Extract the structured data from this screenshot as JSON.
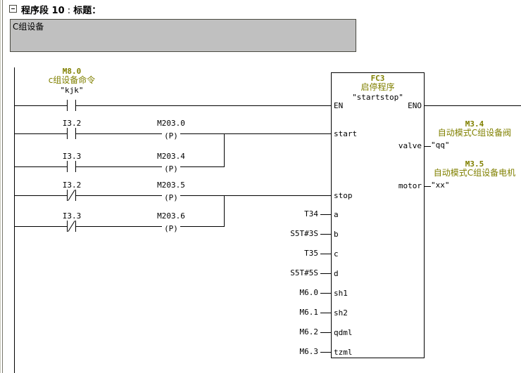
{
  "title": {
    "part1": "程序段 10",
    "colon": " : ",
    "part2": "标题："
  },
  "network_comment": "C组设备",
  "colors": {
    "symbol_olive": "#808000",
    "wire": "#000000",
    "comment_bg": "#c0c0c0"
  },
  "enable_contact": {
    "address": "M8.0",
    "comment": "c组设备命令",
    "symbol": "\"kjk\"",
    "type": "NO"
  },
  "start_branch": [
    {
      "contact": "I3.2",
      "type": "NO",
      "coil": "M203.0",
      "edge": "(P)"
    },
    {
      "contact": "I3.3",
      "type": "NO",
      "coil": "M203.4",
      "edge": "(P)"
    }
  ],
  "stop_branch": [
    {
      "contact": "I3.2",
      "type": "NC",
      "coil": "M203.5",
      "edge": "(P)"
    },
    {
      "contact": "I3.3",
      "type": "NC",
      "coil": "M203.6",
      "edge": "(P)"
    }
  ],
  "block": {
    "address": "FC3",
    "comment": "启停程序",
    "symbol": "\"startstop\"",
    "en": "EN",
    "eno": "ENO",
    "pins_left": [
      "start",
      "stop",
      "a",
      "b",
      "c",
      "d",
      "sh1",
      "sh2",
      "qdml",
      "tzml"
    ],
    "operands": [
      "T34",
      "S5T#3S",
      "T35",
      "S5T#5S",
      "M6.0",
      "M6.1",
      "M6.2",
      "M6.3"
    ],
    "pins_right": [
      "valve",
      "motor"
    ],
    "outputs": [
      {
        "address": "M3.4",
        "comment": "自动模式C组设备阀",
        "symbol": "\"qq\""
      },
      {
        "address": "M3.5",
        "comment": "自动模式C组设备电机",
        "symbol": "\"xx\""
      }
    ]
  }
}
